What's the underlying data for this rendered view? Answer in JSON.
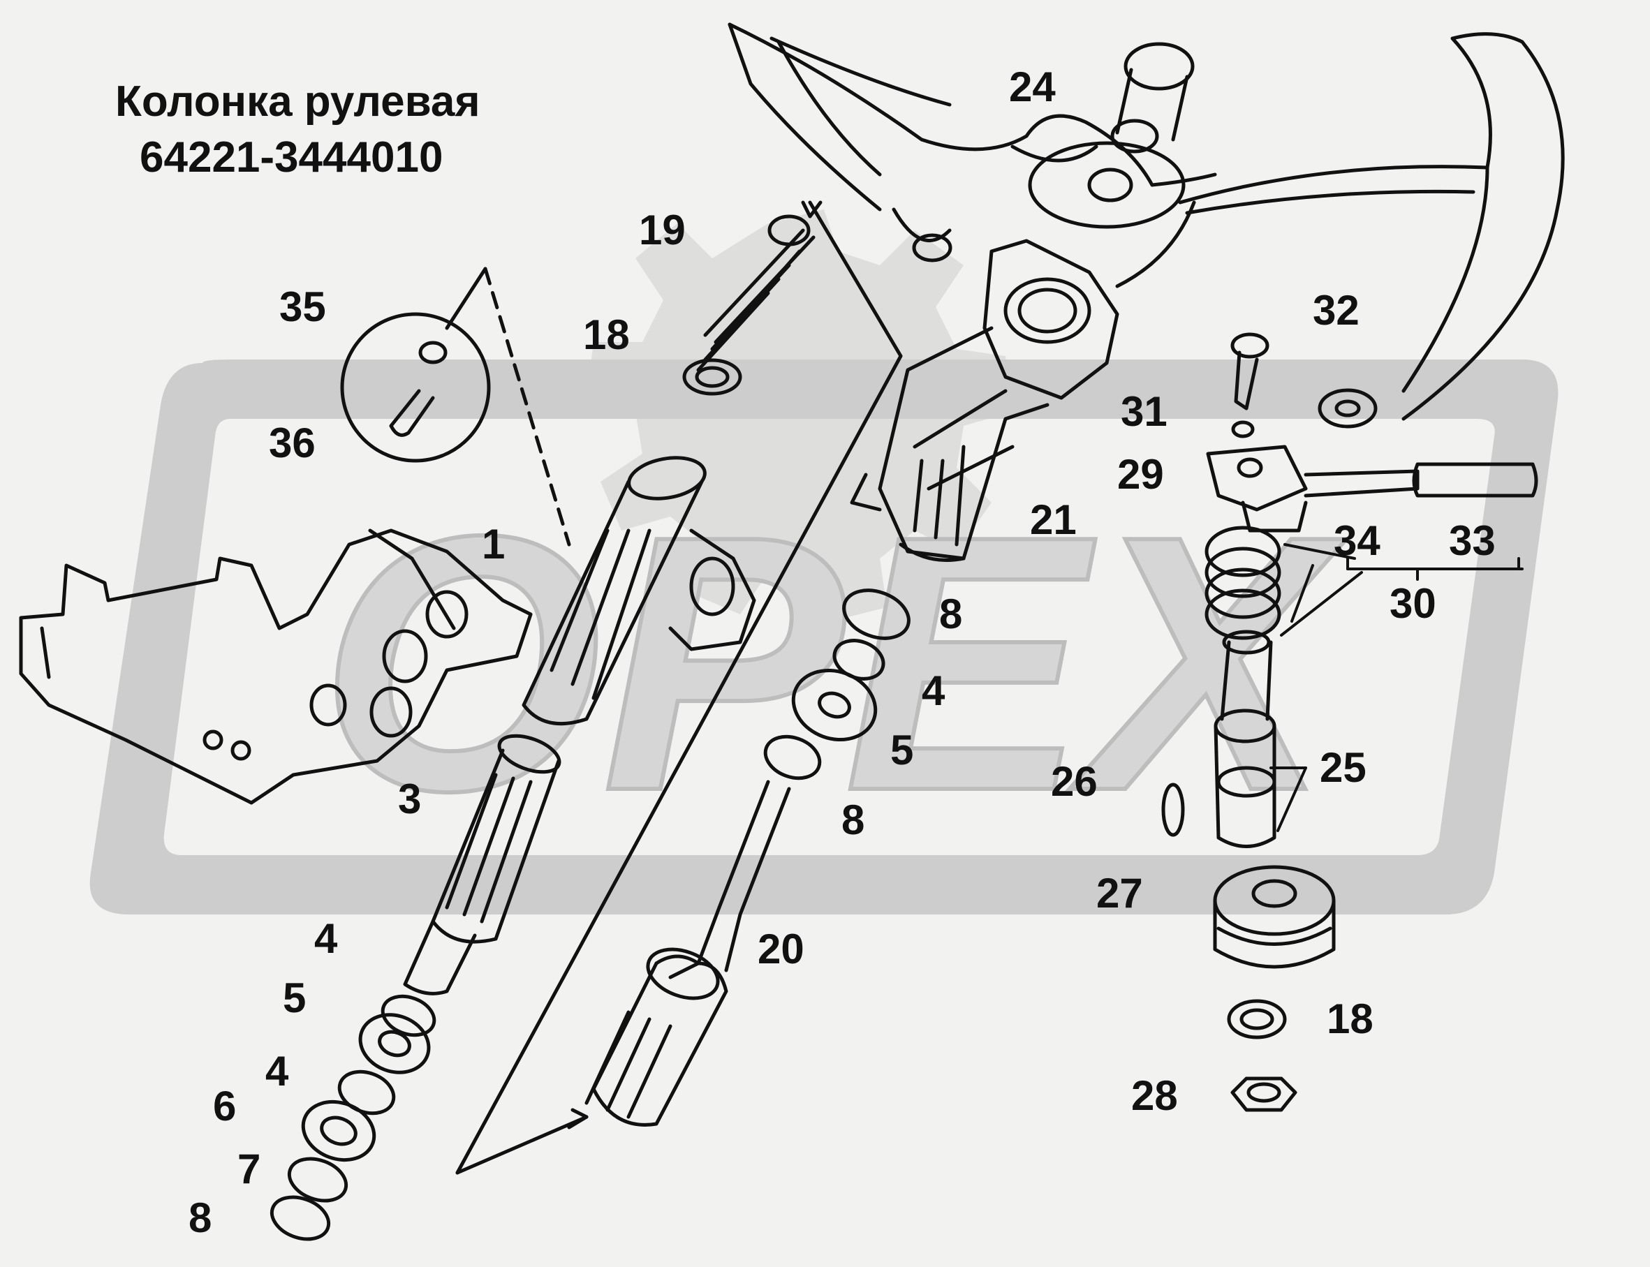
{
  "title": {
    "line1": "Колонка рулевая",
    "line2": "64221-3444010"
  },
  "watermark": {
    "text": "OPEX",
    "color": "#c9c9c9"
  },
  "colors": {
    "line": "#111111",
    "background": "#f2f2f0",
    "watermark": "#c9c9c9"
  },
  "callouts": [
    "1",
    "3",
    "4",
    "5",
    "4",
    "6",
    "7",
    "8",
    "18",
    "19",
    "35",
    "36",
    "20",
    "8",
    "4",
    "5",
    "8",
    "21",
    "24",
    "32",
    "31",
    "29",
    "34",
    "33",
    "30",
    "25",
    "26",
    "27",
    "18",
    "28"
  ]
}
